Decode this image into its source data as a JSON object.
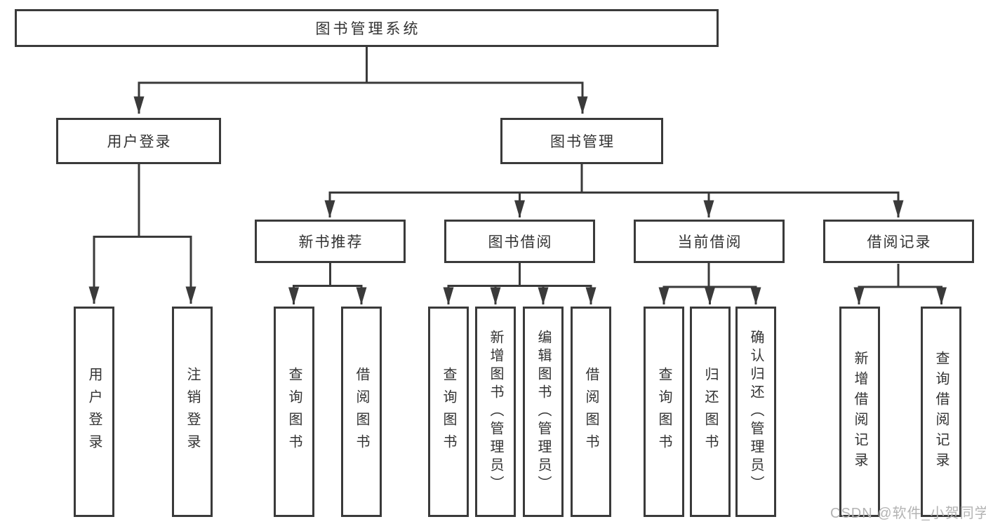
{
  "diagram": {
    "root": {
      "label": "图书管理系统"
    },
    "login": {
      "label": "用户登录",
      "children": [
        {
          "label": "用户登录"
        },
        {
          "label": "注销登录"
        }
      ]
    },
    "management": {
      "label": "图书管理",
      "sections": [
        {
          "label": "新书推荐",
          "children": [
            {
              "label": "查询图书"
            },
            {
              "label": "借阅图书"
            }
          ]
        },
        {
          "label": "图书借阅",
          "children": [
            {
              "label": "查询图书"
            },
            {
              "label": "新增图书（管理员）"
            },
            {
              "label": "编辑图书（管理员）"
            },
            {
              "label": "借阅图书"
            }
          ]
        },
        {
          "label": "当前借阅",
          "children": [
            {
              "label": "查询图书"
            },
            {
              "label": "归还图书"
            },
            {
              "label": "确认归还（管理员）"
            }
          ]
        },
        {
          "label": "借阅记录",
          "children": [
            {
              "label": "新增借阅记录"
            },
            {
              "label": "查询借阅记录"
            }
          ]
        }
      ]
    },
    "watermark": "CSDN @软件_小贺同学",
    "colors": {
      "line": "#3a3a3a",
      "border": "#3a3a3a",
      "text": "#333333",
      "watermark": "#b3b3b3",
      "background": "#ffffff"
    }
  }
}
